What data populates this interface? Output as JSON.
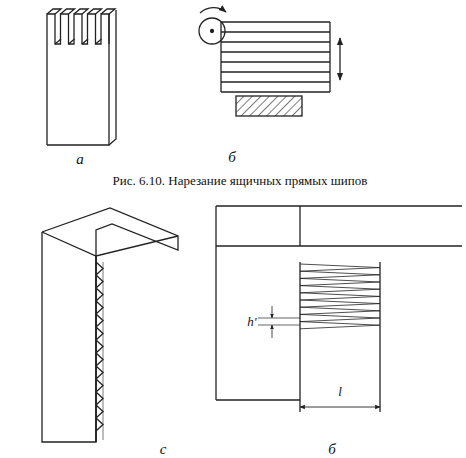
{
  "diagram": {
    "caption": "Рис. 6.10. Нарезание ящичных прямых шипов",
    "labels": [
      "а",
      "б",
      "с",
      "б",
      "h'",
      "l"
    ]
  }
}
